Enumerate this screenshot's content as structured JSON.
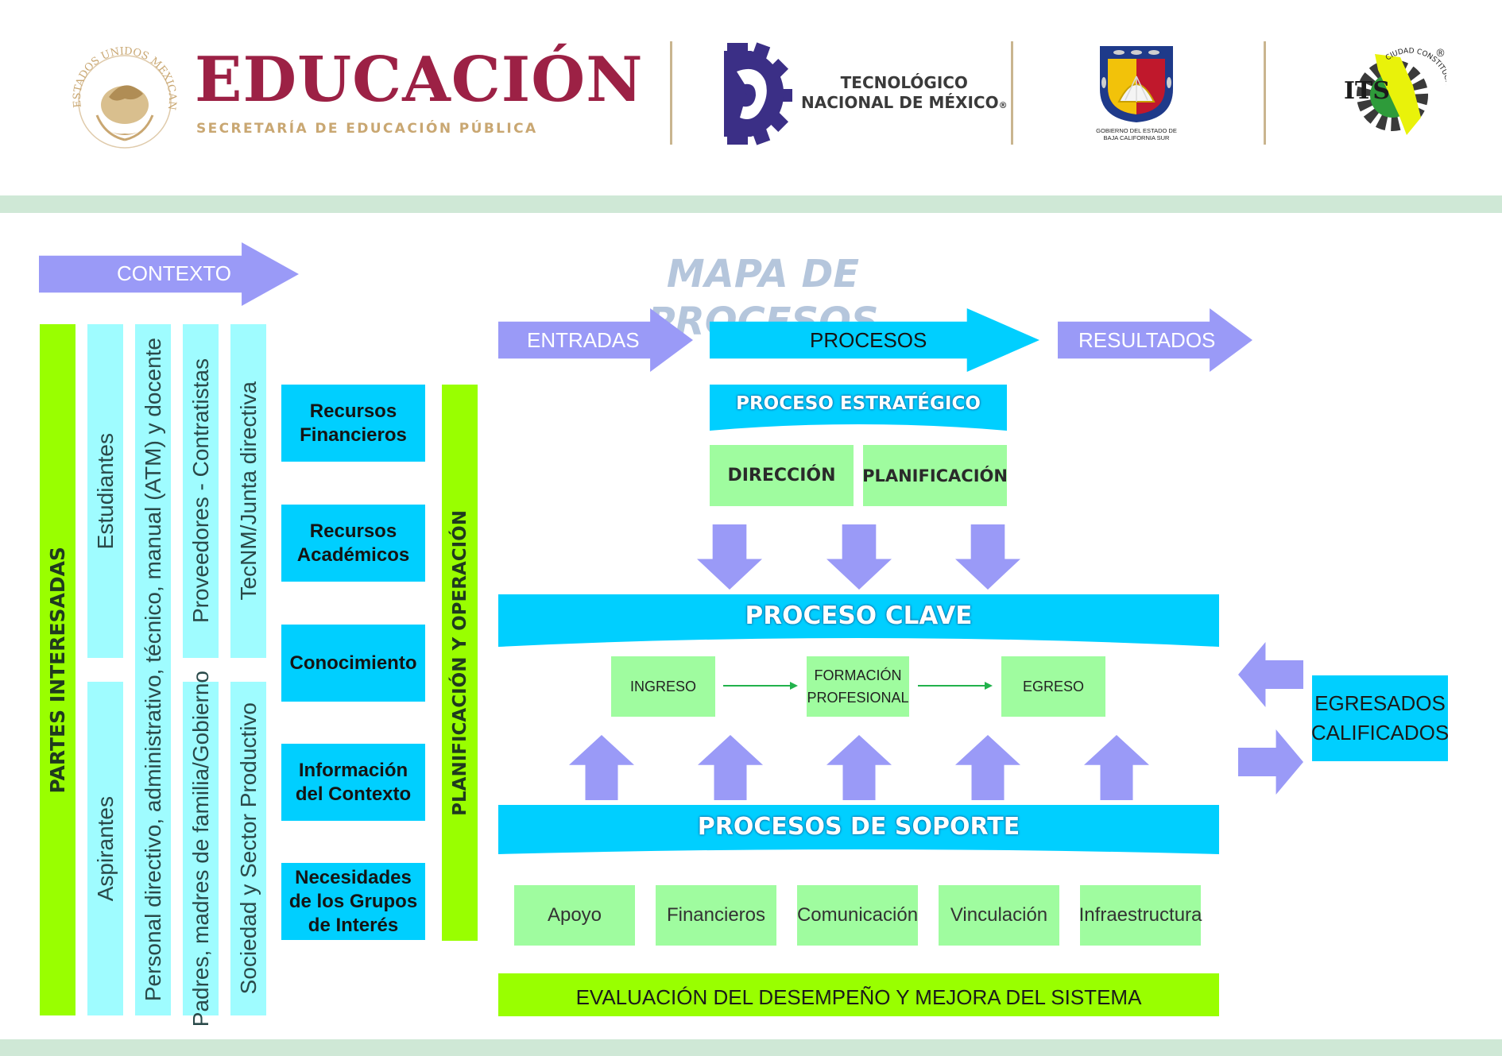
{
  "header": {
    "sep_title": "EDUCACIÓN",
    "sep_subtitle": "SECRETARÍA DE EDUCACIÓN PÚBLICA",
    "seal_text": "ESTADOS UNIDOS MEXICANOS",
    "tecnm_line1": "TECNOLÓGICO",
    "tecnm_line2": "NACIONAL DE MÉXICO",
    "tecnm_reg": "®",
    "bcs_line1": "GOBIERNO DEL ESTADO DE",
    "bcs_line2": "BAJA CALIFORNIA SUR",
    "its_text": "ITS",
    "its_circle_text": "CIUDAD CONSTITUCIÓN",
    "its_reg": "®"
  },
  "colors": {
    "wine": "#9c2145",
    "gold": "#c9a772",
    "purple_arrow": "#9a9af7",
    "cyan": "#00cfff",
    "light_cyan": "#9ffcff",
    "lime": "#99ff00",
    "light_green": "#9ffc9f",
    "title_blue": "#b5c6dc",
    "stripe": "#cfe8d6"
  },
  "diagram": {
    "title": "MAPA DE PROCESOS",
    "context_label": "CONTEXTO",
    "entradas_label": "ENTRADAS",
    "procesos_label": "PROCESOS",
    "resultados_label": "RESULTADOS",
    "partes_interesadas": "PARTES INTERESADAS",
    "pillars_top": [
      "Estudiantes",
      "Personal directivo, administrativo, técnico, manual (ATM) y docente",
      "Proveedores - Contratistas",
      "TecNM/Junta directiva"
    ],
    "pillars_bottom": [
      "Aspirantes",
      "Padres, madres de familia/Gobierno",
      "Sociedad y Sector Productivo"
    ],
    "resources": [
      "Recursos\nFinancieros",
      "Recursos\nAcadémicos",
      "Conocimiento",
      "Información\ndel Contexto",
      "Necesidades\nde los Grupos\nde Interés"
    ],
    "planificacion": "PLANIFICACIÓN Y OPERACIÓN",
    "estrategico": "PROCESO ESTRATÉGICO",
    "direccion": "DIRECCIÓN",
    "planificacion_box": "PLANIFICACIÓN",
    "clave": "PROCESO CLAVE",
    "ingreso": "INGRESO",
    "formacion": "FORMACIÓN\nPROFESIONAL",
    "egreso": "EGRESO",
    "egresados": "EGRESADOS\nCALIFICADOS",
    "soporte": "PROCESOS DE SOPORTE",
    "soporte_items": [
      "Apoyo",
      "Financieros",
      "Comunicación",
      "Vinculación",
      "Infraestructura"
    ],
    "evaluacion": "EVALUACIÓN DEL DESEMPEÑO Y MEJORA DEL SISTEMA"
  }
}
